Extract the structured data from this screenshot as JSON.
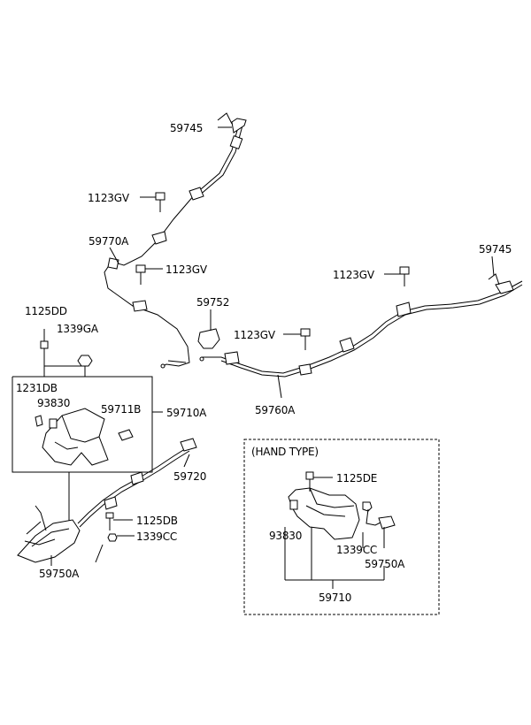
{
  "labels": {
    "cable_rear_left_end": "59745",
    "bolt_upper_left": "1123GV",
    "cable_left": "59770A",
    "bolt_middle_left": "1123GV",
    "bolt_upper_right": "1123GV",
    "cable_rear_right_end": "59745",
    "bracket_equalizer": "59752",
    "bolt_center": "1123GV",
    "cable_right": "59760A",
    "bolt_1125DD": "1125DD",
    "bolt_1339GA": "1339GA",
    "bolt_1231DB": "1231DB",
    "part_93830": "93830",
    "part_59711B": "59711B",
    "assy_59710A": "59710A",
    "cable_front": "59720",
    "bolt_1125DB": "1125DB",
    "nut_1339CC": "1339CC",
    "pedal_59750A": "59750A"
  },
  "hand_type": {
    "title": "(HAND TYPE)",
    "bolt_1125DE": "1125DE",
    "part_93830": "93830",
    "nut_1339CC": "1339CC",
    "lever_59750A": "59750A",
    "assy_59710": "59710"
  }
}
